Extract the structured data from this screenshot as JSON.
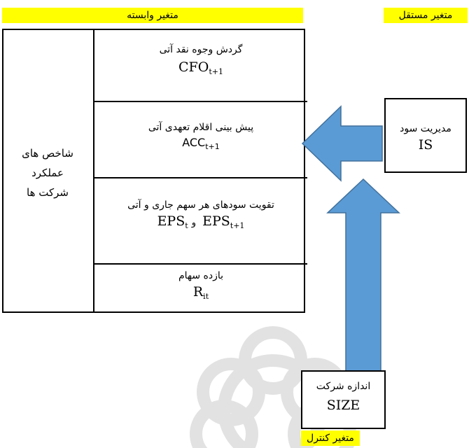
{
  "headers": {
    "dependent": "متغیر وابسته",
    "independent": "متغیر مستقل",
    "control": "متغیر کنترل"
  },
  "left_panel": {
    "label_line1": "شاخص های",
    "label_line2": "عملکرد",
    "label_line3": "شرکت ها"
  },
  "rows": [
    {
      "fa": "گردش وجوه نقد آتی",
      "sym": "CFO",
      "sub": "t+1"
    },
    {
      "fa": "پیش بینی اقلام تعهدی آتی",
      "sym": "ACC",
      "sub": "t+1"
    },
    {
      "fa": "تقویت سودهای هر سهم جاری و آتی",
      "sym1": "EPS",
      "sub1": "t",
      "conj": "و",
      "sym2": "EPS",
      "sub2": "t+1"
    },
    {
      "fa": "بازده سهام",
      "sym": "R",
      "sub": "it"
    }
  ],
  "independent_box": {
    "fa": "مدیریت سود",
    "sym": "IS"
  },
  "control_box": {
    "fa": "اندازه شرکت",
    "sym": "SIZE"
  },
  "colors": {
    "highlight": "#ffff00",
    "arrow_fill": "#5b9bd5",
    "arrow_stroke": "#41719c",
    "watermark": "#d9d9d9"
  }
}
